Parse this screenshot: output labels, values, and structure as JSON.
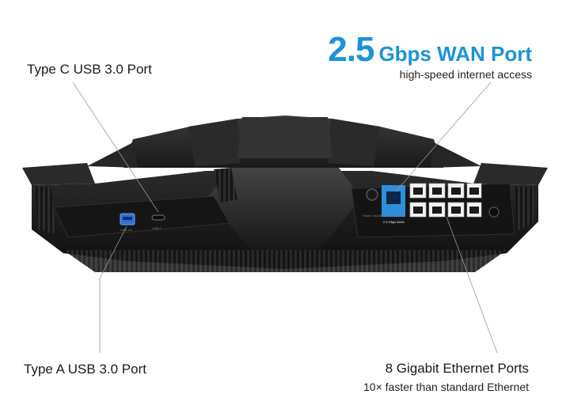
{
  "callouts": {
    "type_c": "Type C USB 3.0 Port",
    "type_a": "Type A USB 3.0 Port",
    "wan_speed": "2.5",
    "wan_unit": "Gbps WAN Port",
    "wan_subtitle": "high-speed internet access",
    "ethernet_title": "8 Gigabit Ethernet Ports",
    "ethernet_subtitle": "10× faster than standard Ethernet"
  },
  "device_labels": {
    "usb_a_text": "USB 3.0",
    "usb_c_text": "USB-C",
    "wan_port_text": "2.5 Gbps WAN",
    "power_text": "Power On/Off"
  },
  "colors": {
    "accent": "#1a93d9",
    "router_body": "#1e1e1e",
    "wan_port": "#2f8fd8"
  }
}
